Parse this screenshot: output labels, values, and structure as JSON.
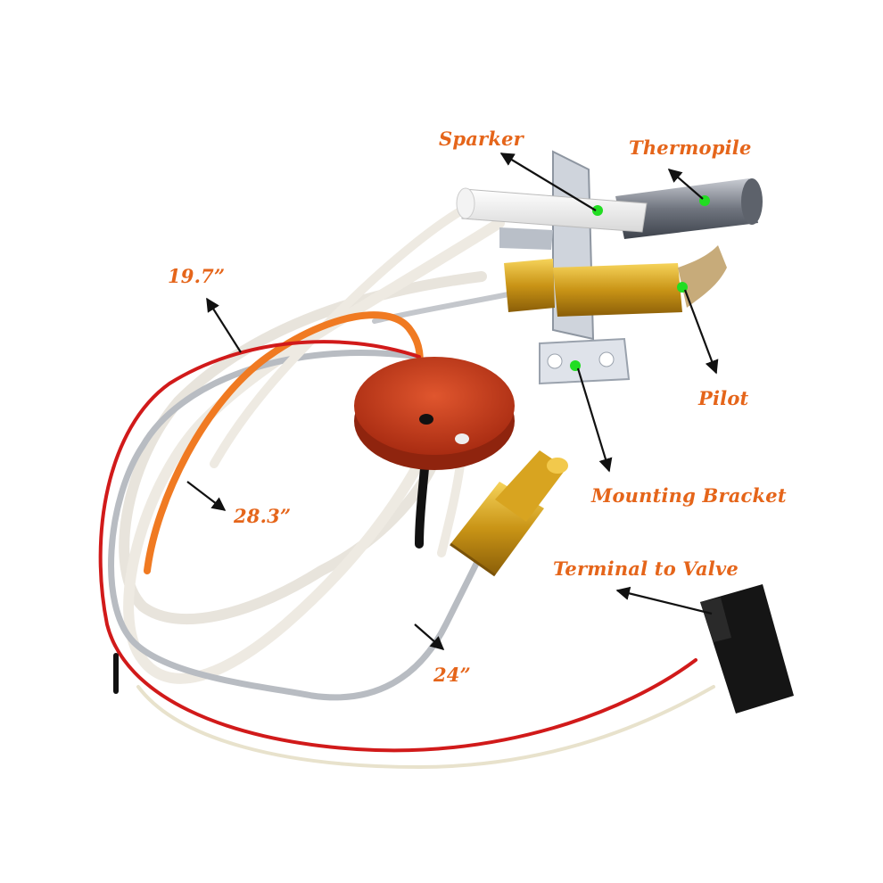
{
  "labels": {
    "sparker": "Sparker",
    "thermopile": "Thermopile",
    "pilot": "Pilot",
    "mounting_bracket": "Mounting Bracket",
    "terminal_to_valve": "Terminal to Valve",
    "length_19_7": "19.7”",
    "length_28_3": "28.3”",
    "length_24": "24”"
  },
  "colors": {
    "label_text": "#e5651a",
    "arrow": "#111111",
    "marker_dot": "#22dd22"
  }
}
